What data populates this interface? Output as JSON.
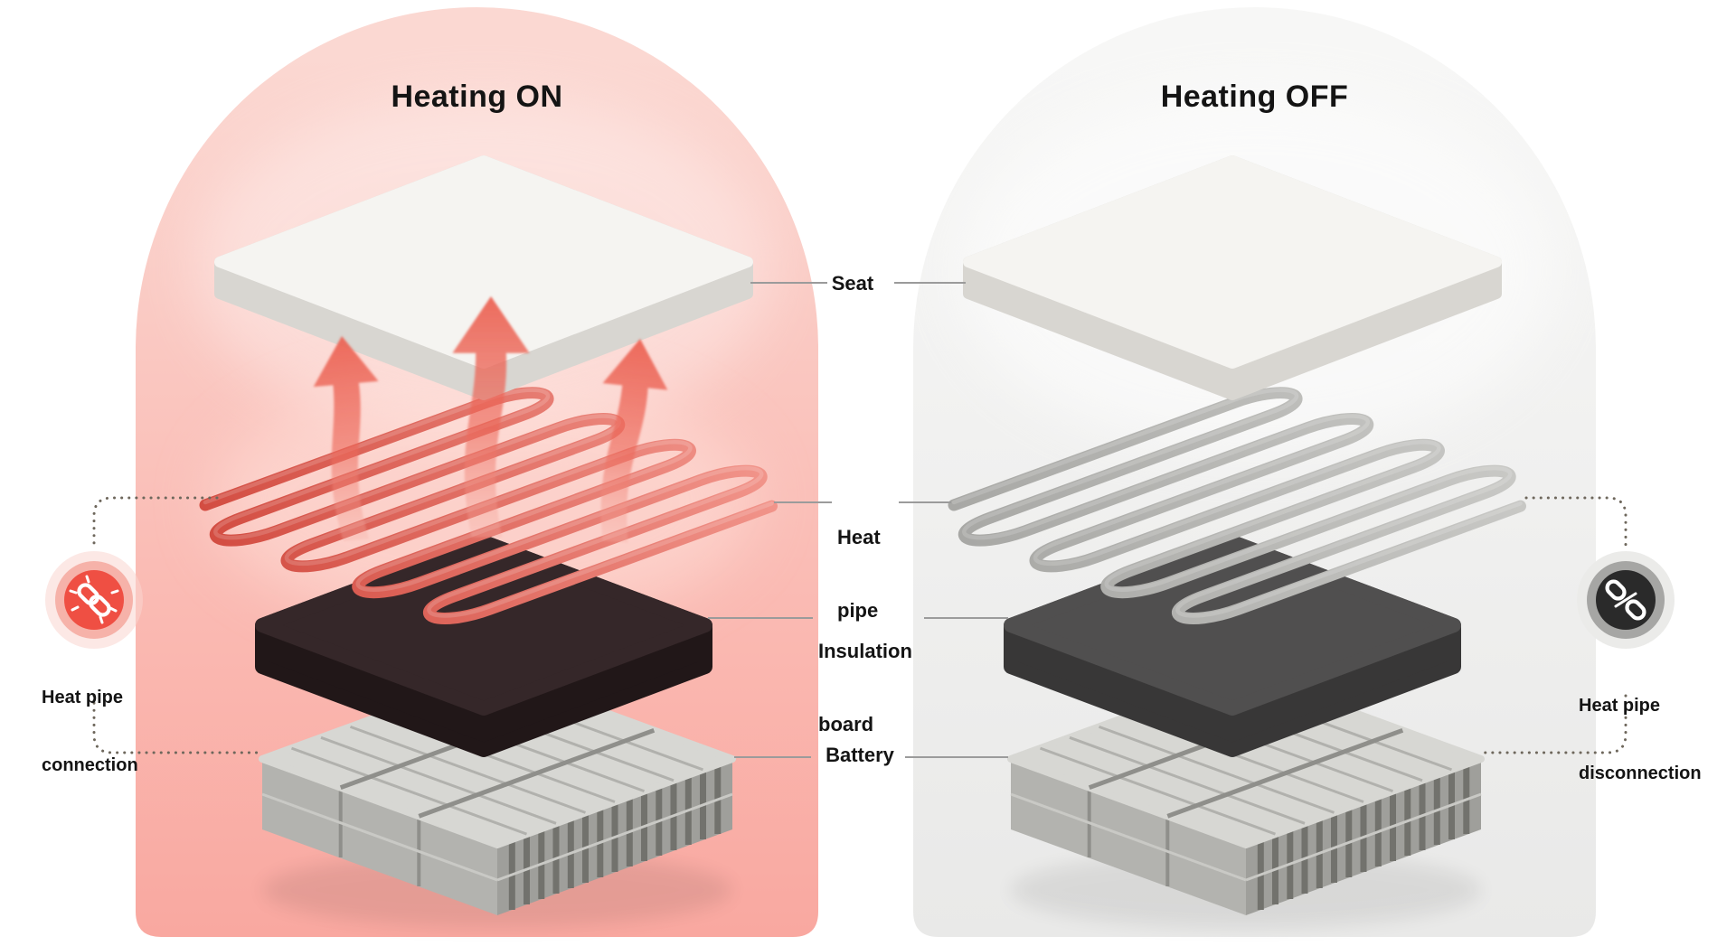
{
  "panels": {
    "on": {
      "title": "Heating ON"
    },
    "off": {
      "title": "Heating OFF"
    }
  },
  "layer_labels": {
    "seat": "Seat",
    "heat_pipe": [
      "Heat",
      "pipe"
    ],
    "insulation": [
      "Insulation",
      "board"
    ],
    "battery": "Battery"
  },
  "callouts": {
    "connection": {
      "lines": [
        "Heat pipe",
        "connection"
      ],
      "icon": "chain-link-icon"
    },
    "disconnection": {
      "lines": [
        "Heat pipe",
        "disconnection"
      ],
      "icon": "broken-chain-link-icon"
    }
  },
  "colors": {
    "arch_on_top": "#fbd8d2",
    "arch_on_bottom": "#f9a8a0",
    "arch_off_top": "#f7f7f6",
    "arch_off_bottom": "#e9e9e8",
    "pipe_on_dark": "#d24b40",
    "pipe_on_light": "#f2968c",
    "pipe_off_dark": "#a7a7a4",
    "pipe_off_light": "#c9c9c6",
    "seat_top": "#f5f4f1",
    "seat_side": "#d8d6d1",
    "insulation_on_top": "#352729",
    "insulation_on_side": "#211718",
    "insulation_off_top": "#504f4f",
    "insulation_off_side": "#383737",
    "battery_top": "#d7d7d3",
    "battery_left": "#b3b3af",
    "battery_right": "#9f9f9b",
    "battery_fin": "#72726d",
    "battery_cell_line": "#b1b1ad",
    "battery_gap": "#8f8f8b",
    "battery_seam": "#c9c9c5",
    "arrow_strong": "#ec6455",
    "arrow_soft": "#f6b0a6",
    "icon_connection": "#ef4f43",
    "icon_connection_ring": "#f4a89f",
    "icon_connection_halo": "#fad6d0",
    "icon_disconnection": "#2a2a2a",
    "icon_disconnection_ring": "#a6a6a4",
    "icon_disconnection_halo": "#ebebe9",
    "glyph": "#ffffff",
    "dotted_line": "#6e675c",
    "connector_line": "#9b9b9b",
    "label_text": "#141414"
  }
}
